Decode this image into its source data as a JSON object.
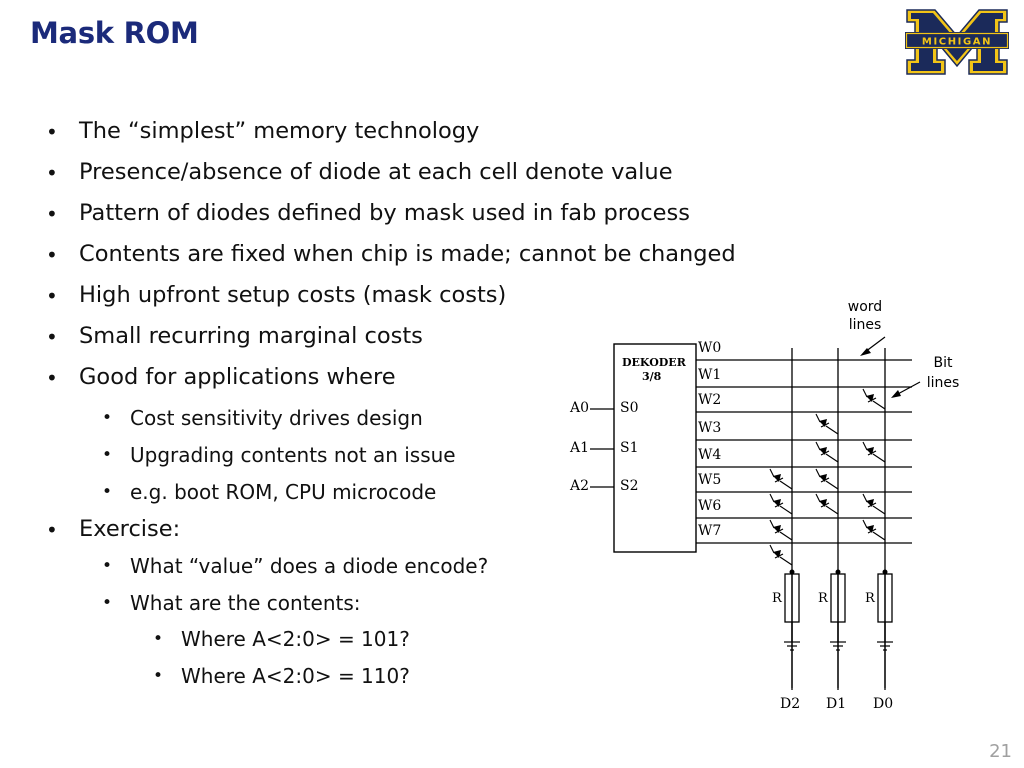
{
  "slide": {
    "title": "Mask ROM",
    "number": "21"
  },
  "logo": {
    "text": "MICHIGAN",
    "colors": {
      "maize": "#f2c417",
      "blue": "#1b2a5a"
    }
  },
  "bullets": [
    {
      "level": 1,
      "text": "The “simplest” memory technology"
    },
    {
      "level": 1,
      "text": "Presence/absence of diode at each cell denote value"
    },
    {
      "level": 1,
      "text": "Pattern of diodes defined by mask used in fab process"
    },
    {
      "level": 1,
      "text": "Contents are fixed when chip is made; cannot be changed"
    },
    {
      "level": 1,
      "text": "High upfront setup costs (mask costs)"
    },
    {
      "level": 1,
      "text": "Small recurring marginal costs"
    },
    {
      "level": 1,
      "text": "Good for applications where"
    },
    {
      "level": 2,
      "text": "Cost sensitivity drives design"
    },
    {
      "level": 2,
      "text": "Upgrading contents not an issue"
    },
    {
      "level": 2,
      "text": "e.g. boot ROM, CPU microcode"
    },
    {
      "level": 1,
      "text": "Exercise:"
    },
    {
      "level": 2,
      "text": "What “value” does a diode encode?"
    },
    {
      "level": 2,
      "text": "What are the contents:"
    },
    {
      "level": 3,
      "text": "Where A<2:0> = 101?"
    },
    {
      "level": 3,
      "text": "Where A<2:0> = 110?"
    }
  ],
  "diagram": {
    "decoder_label": "DEKODER",
    "decoder_sub": "3/8",
    "select_inputs": [
      "S0",
      "S1",
      "S2"
    ],
    "address_inputs": [
      "A0",
      "A1",
      "A2"
    ],
    "word_lines": [
      "W0",
      "W1",
      "W2",
      "W3",
      "W4",
      "W5",
      "W6",
      "W7"
    ],
    "resistor_label": "R",
    "outputs": [
      "D2",
      "D1",
      "D0"
    ],
    "annotation_word_lines": [
      "word",
      "lines"
    ],
    "annotation_bit_lines": [
      "Bit",
      "lines"
    ],
    "diodes": [
      {
        "word": 1,
        "bit": 2
      },
      {
        "word": 2,
        "bit": 1
      },
      {
        "word": 3,
        "bit": 1
      },
      {
        "word": 3,
        "bit": 2
      },
      {
        "word": 4,
        "bit": 0
      },
      {
        "word": 4,
        "bit": 1
      },
      {
        "word": 5,
        "bit": 0
      },
      {
        "word": 5,
        "bit": 1
      },
      {
        "word": 5,
        "bit": 2
      },
      {
        "word": 6,
        "bit": 0
      },
      {
        "word": 6,
        "bit": 2
      },
      {
        "word": 7,
        "bit": 0
      }
    ]
  }
}
